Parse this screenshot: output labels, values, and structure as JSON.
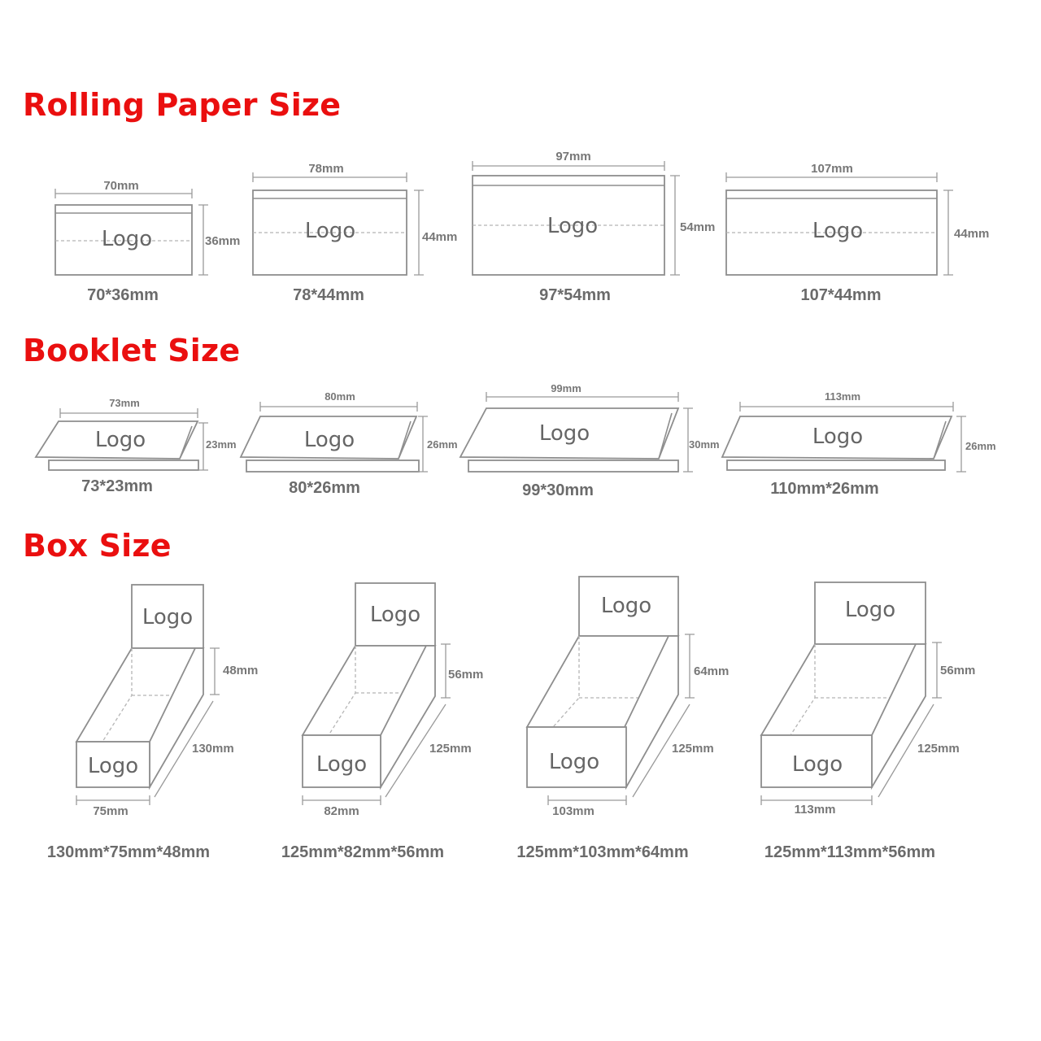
{
  "sections": {
    "rolling_paper": {
      "title": "Rolling Paper Size",
      "items": [
        {
          "width_label": "70mm",
          "height_label": "36mm",
          "logo": "Logo",
          "caption": "70*36mm"
        },
        {
          "width_label": "78mm",
          "height_label": "44mm",
          "logo": "Logo",
          "caption": "78*44mm"
        },
        {
          "width_label": "97mm",
          "height_label": "54mm",
          "logo": "Logo",
          "caption": "97*54mm"
        },
        {
          "width_label": "107mm",
          "height_label": "44mm",
          "logo": "Logo",
          "caption": "107*44mm"
        }
      ]
    },
    "booklet": {
      "title": "Booklet Size",
      "items": [
        {
          "width_label": "73mm",
          "height_label": "23mm",
          "logo": "Logo",
          "caption": "73*23mm"
        },
        {
          "width_label": "80mm",
          "height_label": "26mm",
          "logo": "Logo",
          "caption": "80*26mm"
        },
        {
          "width_label": "99mm",
          "height_label": "30mm",
          "logo": "Logo",
          "caption": "99*30mm"
        },
        {
          "width_label": "113mm",
          "height_label": "26mm",
          "logo": "Logo",
          "caption": "110mm*26mm"
        }
      ]
    },
    "box": {
      "title": "Box Size",
      "items": [
        {
          "top_logo": "Logo",
          "front_logo": "Logo",
          "height_label": "48mm",
          "length_label": "130mm",
          "width_label": "75mm",
          "caption": "130mm*75mm*48mm"
        },
        {
          "top_logo": "Logo",
          "front_logo": "Logo",
          "height_label": "56mm",
          "length_label": "125mm",
          "width_label": "82mm",
          "caption": "125mm*82mm*56mm"
        },
        {
          "top_logo": "Logo",
          "front_logo": "Logo",
          "height_label": "64mm",
          "length_label": "125mm",
          "width_label": "103mm",
          "caption": "125mm*103mm*64mm"
        },
        {
          "top_logo": "Logo",
          "front_logo": "Logo",
          "height_label": "56mm",
          "length_label": "125mm",
          "width_label": "113mm",
          "caption": "125mm*113mm*56mm"
        }
      ]
    }
  }
}
